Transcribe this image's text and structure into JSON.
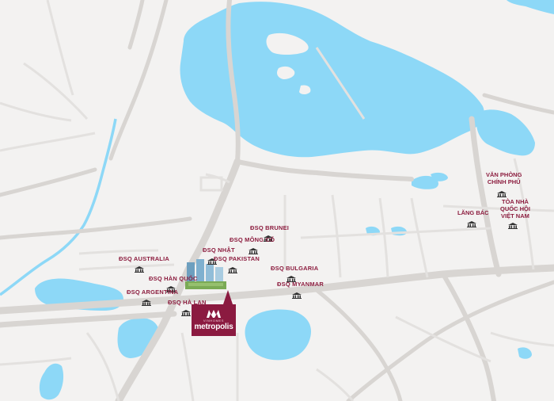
{
  "map": {
    "project_logo": {
      "brand_small": "VINHOMES",
      "brand_name": "metropolis"
    },
    "embassies": [
      {
        "id": "brunei",
        "label": "ĐSQ BRUNEI"
      },
      {
        "id": "mongco",
        "label": "ĐSQ MÔNG CỔ"
      },
      {
        "id": "nhat",
        "label": "ĐSQ NHẬT"
      },
      {
        "id": "pakistan",
        "label": "ĐSQ PAKISTAN"
      },
      {
        "id": "australia",
        "label": "ĐSQ AUSTRALIA"
      },
      {
        "id": "hanquoc",
        "label": "ĐSQ HÀN QUỐC"
      },
      {
        "id": "argentina",
        "label": "ĐSQ ARGENTINA"
      },
      {
        "id": "halan",
        "label": "ĐSQ HÀ LAN"
      },
      {
        "id": "bulgaria",
        "label": "ĐSQ BULGARIA"
      },
      {
        "id": "myanmar",
        "label": "ĐSQ MYANMAR"
      }
    ],
    "landmarks": [
      {
        "id": "vanphong",
        "line1": "VĂN PHÒNG",
        "line2": "CHÍNH PHỦ"
      },
      {
        "id": "langbac",
        "line1": "LĂNG BÁC",
        "line2": ""
      },
      {
        "id": "quochoi",
        "line1": "TÒA NHÀ",
        "line2": "QUỐC HỘI",
        "line3": "VIỆT NAM"
      }
    ],
    "colors": {
      "water": "#8dd8f7",
      "road": "#d8d5d2",
      "minor_road": "#e3e1df",
      "background": "#f3f2f1",
      "label": "#8c1d3f",
      "brand": "#8b1a40"
    }
  }
}
